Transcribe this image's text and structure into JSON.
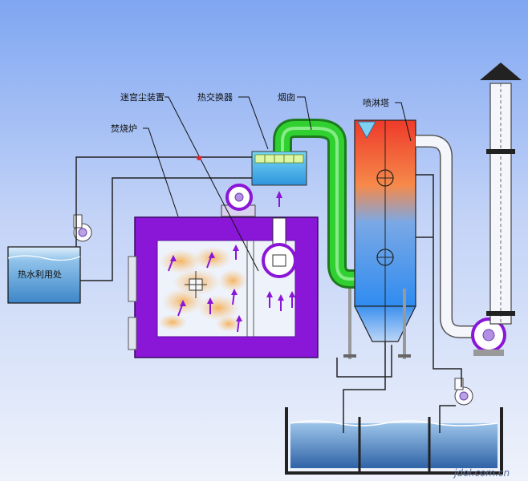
{
  "labels": {
    "dust_collector": "迷宫尘装置",
    "heat_exchanger": "热交换器",
    "flue": "烟囱",
    "spray_tower": "喷淋塔",
    "incinerator": "焚烧炉",
    "hot_water_use": "热水利用处"
  },
  "watermark": "jdol.com.cn",
  "colors": {
    "furnace": "#8a16d8",
    "flue_pipe": "#1eaa22",
    "tower_top": "#f2452a",
    "tower_bottom": "#2f8cf0",
    "water": "#3b6fb0",
    "heat_exchanger": "#4fb3f0"
  }
}
